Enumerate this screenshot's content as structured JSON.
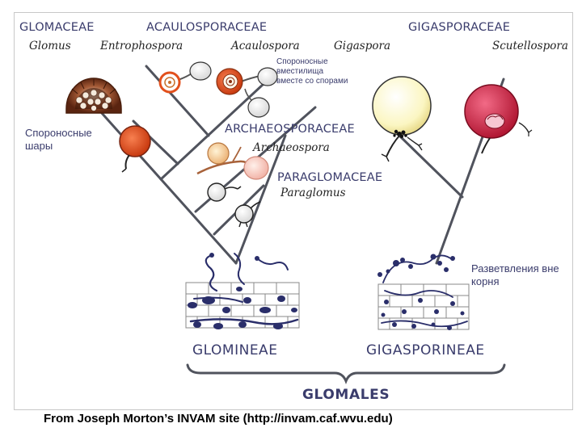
{
  "families": {
    "glomaceae": "GLOMACEAE",
    "acaulosporaceae": "ACAULOSPORACEAE",
    "gigasporaceae": "GIGASPORACEAE",
    "archaeosporaceae": "ARCHAEOSPORACEAE",
    "paraglomaceae": "PARAGLOMACEAE"
  },
  "genera": {
    "glomus": "Glomus",
    "entrophospora": "Entrophospora",
    "acaulospora": "Acaulospora",
    "gigaspora": "Gigaspora",
    "scutellospora": "Scutellospora",
    "archaeospora": "Archaeospora",
    "paraglomus": "Paraglomus"
  },
  "notes": {
    "sporiferous_saccules": "Спороносные вместилища вместе со спорами",
    "sporocarps": "Спороносные шары",
    "extraradical": "Разветвления вне корня"
  },
  "suborders": {
    "glomineae": "GLOMINEAE",
    "gigasporineae": "GIGASPORINEAE"
  },
  "order": "GLOMALES",
  "credit": "From Joseph Morton’s INVAM site (http://invam.caf.wvu.edu)",
  "colors": {
    "heading": "#3a3c6c",
    "branch": "#50535d",
    "glomus_spore": "#7a3418",
    "entrophospora_spore": "#e2501c",
    "acaulospora_spore": "#d0521c",
    "gigaspora_spore": "#fbf8c8",
    "scutellospora_spore": "#cf2344",
    "archaeospora_spore": "#f2caa2",
    "root_hyphae": "#2a2e6a"
  }
}
